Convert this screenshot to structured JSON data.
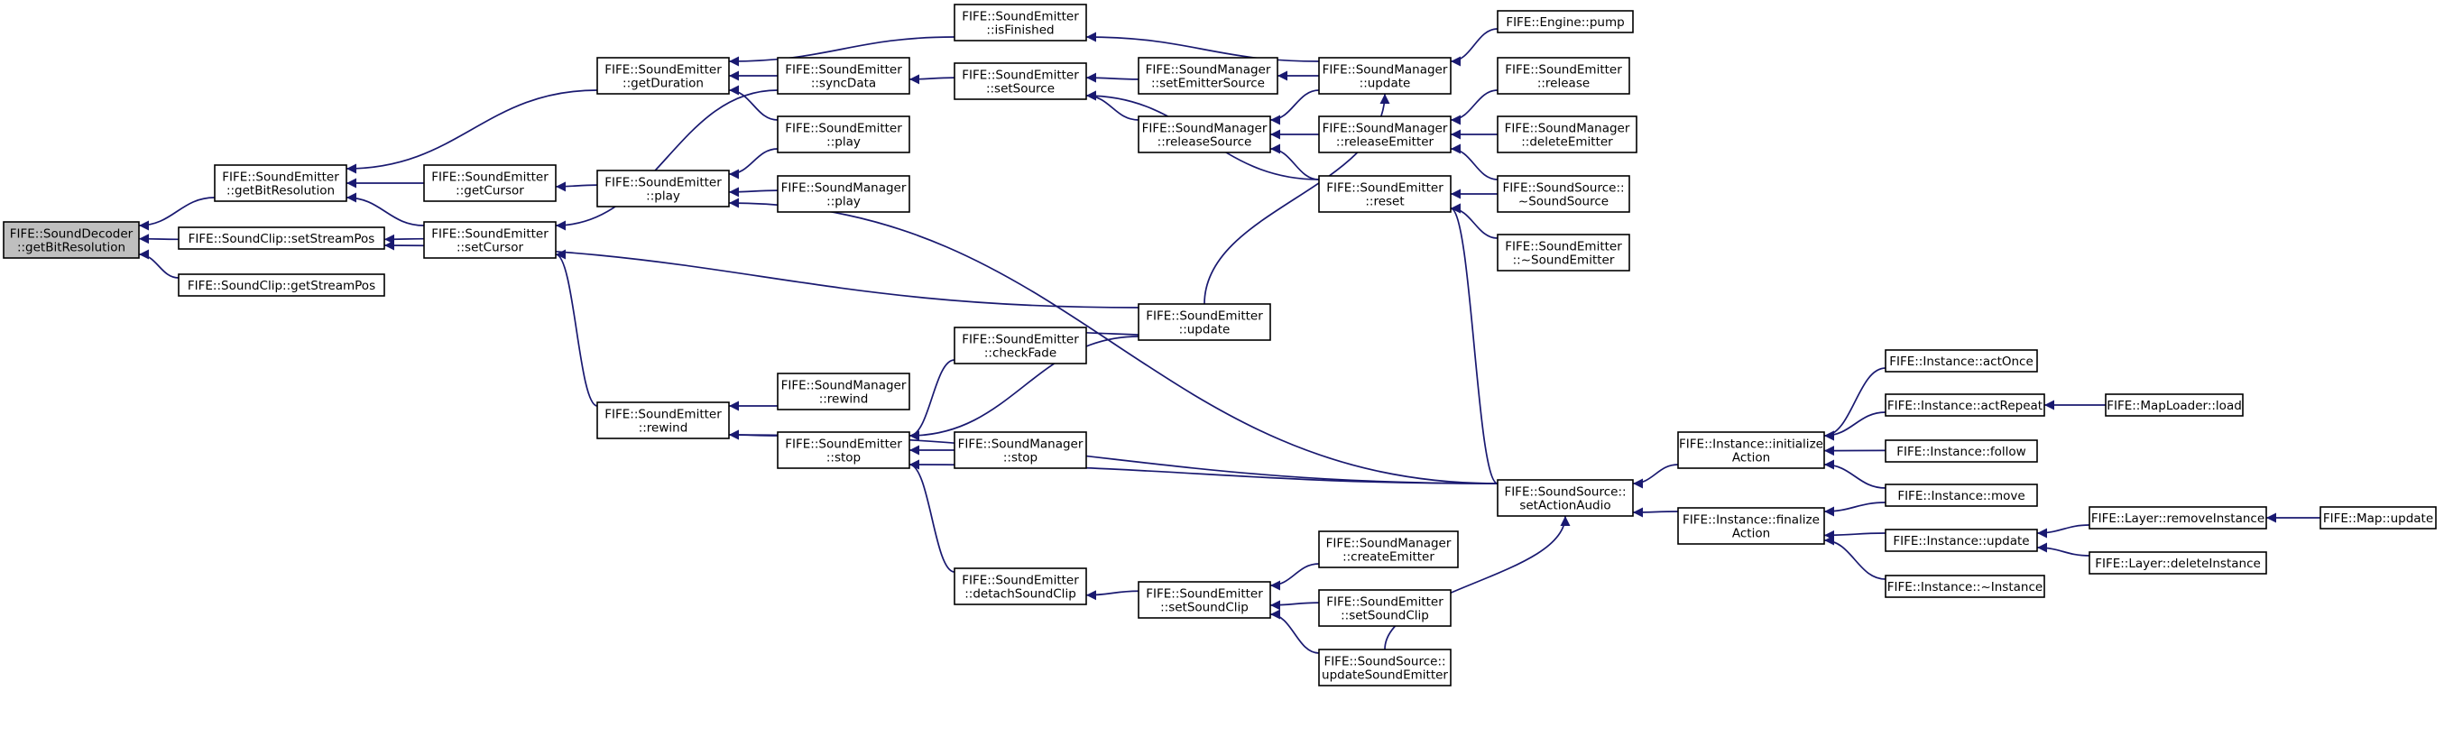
{
  "graph": {
    "type": "call-graph",
    "focus_fill": "#bfbfbf",
    "node_fill": "#ffffff",
    "edge_color": "#191970",
    "nodes": [
      {
        "id": "n0",
        "lines": [
          "FIFE::SoundDecoder",
          "::getBitResolution"
        ],
        "focus": true
      },
      {
        "id": "n1",
        "lines": [
          "FIFE::SoundEmitter",
          "::getBitResolution"
        ]
      },
      {
        "id": "n2",
        "lines": [
          "FIFE::SoundClip::setStreamPos"
        ]
      },
      {
        "id": "n3",
        "lines": [
          "FIFE::SoundClip::getStreamPos"
        ]
      },
      {
        "id": "n4",
        "lines": [
          "FIFE::SoundEmitter",
          "::getDuration"
        ]
      },
      {
        "id": "n5",
        "lines": [
          "FIFE::SoundEmitter",
          "::getCursor"
        ]
      },
      {
        "id": "n6",
        "lines": [
          "FIFE::SoundEmitter",
          "::setCursor"
        ]
      },
      {
        "id": "n7",
        "lines": [
          "FIFE::SoundEmitter",
          "::rewind"
        ]
      },
      {
        "id": "n8",
        "lines": [
          "FIFE::SoundEmitter",
          "::isFinished"
        ]
      },
      {
        "id": "n9",
        "lines": [
          "FIFE::SoundEmitter",
          "::syncData"
        ]
      },
      {
        "id": "n10",
        "lines": [
          "FIFE::SoundEmitter",
          "::play"
        ]
      },
      {
        "id": "n11",
        "lines": [
          "FIFE::SoundEmitter",
          "::play"
        ]
      },
      {
        "id": "n12",
        "lines": [
          "FIFE::SoundManager",
          "::play"
        ]
      },
      {
        "id": "n13",
        "lines": [
          "FIFE::SoundEmitter",
          "::setSource"
        ]
      },
      {
        "id": "n14",
        "lines": [
          "FIFE::SoundManager",
          "::setEmitterSource"
        ]
      },
      {
        "id": "n15",
        "lines": [
          "FIFE::SoundManager",
          "::releaseSource"
        ]
      },
      {
        "id": "n16",
        "lines": [
          "FIFE::SoundManager",
          "::update"
        ]
      },
      {
        "id": "n17",
        "lines": [
          "FIFE::Engine::pump"
        ]
      },
      {
        "id": "n18",
        "lines": [
          "FIFE::SoundManager",
          "::releaseEmitter"
        ]
      },
      {
        "id": "n19",
        "lines": [
          "FIFE::SoundEmitter",
          "::release"
        ]
      },
      {
        "id": "n20",
        "lines": [
          "FIFE::SoundManager",
          "::deleteEmitter"
        ]
      },
      {
        "id": "n21",
        "lines": [
          "FIFE::SoundEmitter",
          "::reset"
        ]
      },
      {
        "id": "n22",
        "lines": [
          "FIFE::SoundSource::",
          "~SoundSource"
        ]
      },
      {
        "id": "n23",
        "lines": [
          "FIFE::SoundEmitter",
          "::~SoundEmitter"
        ]
      },
      {
        "id": "n24",
        "lines": [
          "FIFE::SoundEmitter",
          "::update"
        ]
      },
      {
        "id": "n25",
        "lines": [
          "FIFE::SoundEmitter",
          "::checkFade"
        ]
      },
      {
        "id": "n26",
        "lines": [
          "FIFE::SoundManager",
          "::rewind"
        ]
      },
      {
        "id": "n27",
        "lines": [
          "FIFE::SoundEmitter",
          "::stop"
        ]
      },
      {
        "id": "n28",
        "lines": [
          "FIFE::SoundManager",
          "::stop"
        ]
      },
      {
        "id": "n29",
        "lines": [
          "FIFE::SoundEmitter",
          "::detachSoundClip"
        ]
      },
      {
        "id": "n30",
        "lines": [
          "FIFE::SoundEmitter",
          "::setSoundClip"
        ]
      },
      {
        "id": "n31",
        "lines": [
          "FIFE::SoundManager",
          "::createEmitter"
        ]
      },
      {
        "id": "n32",
        "lines": [
          "FIFE::SoundEmitter",
          "::setSoundClip"
        ]
      },
      {
        "id": "n33",
        "lines": [
          "FIFE::SoundSource::",
          "updateSoundEmitter"
        ]
      },
      {
        "id": "n34",
        "lines": [
          "FIFE::SoundSource::",
          "setActionAudio"
        ]
      },
      {
        "id": "n35",
        "lines": [
          "FIFE::Instance::initialize",
          "Action"
        ]
      },
      {
        "id": "n36",
        "lines": [
          "FIFE::Instance::finalize",
          "Action"
        ]
      },
      {
        "id": "n37",
        "lines": [
          "FIFE::Instance::actOnce"
        ]
      },
      {
        "id": "n38",
        "lines": [
          "FIFE::Instance::actRepeat"
        ]
      },
      {
        "id": "n39",
        "lines": [
          "FIFE::MapLoader::load"
        ]
      },
      {
        "id": "n40",
        "lines": [
          "FIFE::Instance::follow"
        ]
      },
      {
        "id": "n41",
        "lines": [
          "FIFE::Instance::move"
        ]
      },
      {
        "id": "n42",
        "lines": [
          "FIFE::Instance::update"
        ]
      },
      {
        "id": "n43",
        "lines": [
          "FIFE::Layer::removeInstance"
        ]
      },
      {
        "id": "n44",
        "lines": [
          "FIFE::Map::update"
        ]
      },
      {
        "id": "n45",
        "lines": [
          "FIFE::Layer::deleteInstance"
        ]
      },
      {
        "id": "n46",
        "lines": [
          "FIFE::Instance::~Instance"
        ]
      }
    ],
    "edges": [
      [
        "n1",
        "n0"
      ],
      [
        "n2",
        "n0"
      ],
      [
        "n3",
        "n0"
      ],
      [
        "n4",
        "n1"
      ],
      [
        "n5",
        "n1"
      ],
      [
        "n6",
        "n1"
      ],
      [
        "n6",
        "n2"
      ],
      [
        "n24",
        "n2"
      ],
      [
        "n8",
        "n4"
      ],
      [
        "n9",
        "n4"
      ],
      [
        "n11",
        "n4"
      ],
      [
        "n10",
        "n5"
      ],
      [
        "n9",
        "n6"
      ],
      [
        "n7",
        "n6"
      ],
      [
        "n26",
        "n7"
      ],
      [
        "n27",
        "n7"
      ],
      [
        "n34",
        "n7"
      ],
      [
        "n16",
        "n8"
      ],
      [
        "n13",
        "n9"
      ],
      [
        "n11",
        "n10"
      ],
      [
        "n12",
        "n10"
      ],
      [
        "n34",
        "n10"
      ],
      [
        "n14",
        "n13"
      ],
      [
        "n15",
        "n13"
      ],
      [
        "n21",
        "n13"
      ],
      [
        "n16",
        "n14"
      ],
      [
        "n16",
        "n15"
      ],
      [
        "n18",
        "n15"
      ],
      [
        "n21",
        "n15"
      ],
      [
        "n17",
        "n16"
      ],
      [
        "n24",
        "n16"
      ],
      [
        "n19",
        "n18"
      ],
      [
        "n20",
        "n18"
      ],
      [
        "n22",
        "n18"
      ],
      [
        "n22",
        "n21"
      ],
      [
        "n23",
        "n21"
      ],
      [
        "n34",
        "n21"
      ],
      [
        "n25",
        "n24"
      ],
      [
        "n25",
        "n27"
      ],
      [
        "n24",
        "n27"
      ],
      [
        "n28",
        "n27"
      ],
      [
        "n29",
        "n27"
      ],
      [
        "n34",
        "n27"
      ],
      [
        "n30",
        "n29"
      ],
      [
        "n31",
        "n30"
      ],
      [
        "n32",
        "n30"
      ],
      [
        "n33",
        "n30"
      ],
      [
        "n33",
        "n34"
      ],
      [
        "n35",
        "n34"
      ],
      [
        "n36",
        "n34"
      ],
      [
        "n37",
        "n35"
      ],
      [
        "n38",
        "n35"
      ],
      [
        "n40",
        "n35"
      ],
      [
        "n41",
        "n35"
      ],
      [
        "n39",
        "n38"
      ],
      [
        "n41",
        "n36"
      ],
      [
        "n42",
        "n36"
      ],
      [
        "n46",
        "n36"
      ],
      [
        "n43",
        "n42"
      ],
      [
        "n45",
        "n42"
      ],
      [
        "n44",
        "n43"
      ]
    ]
  }
}
